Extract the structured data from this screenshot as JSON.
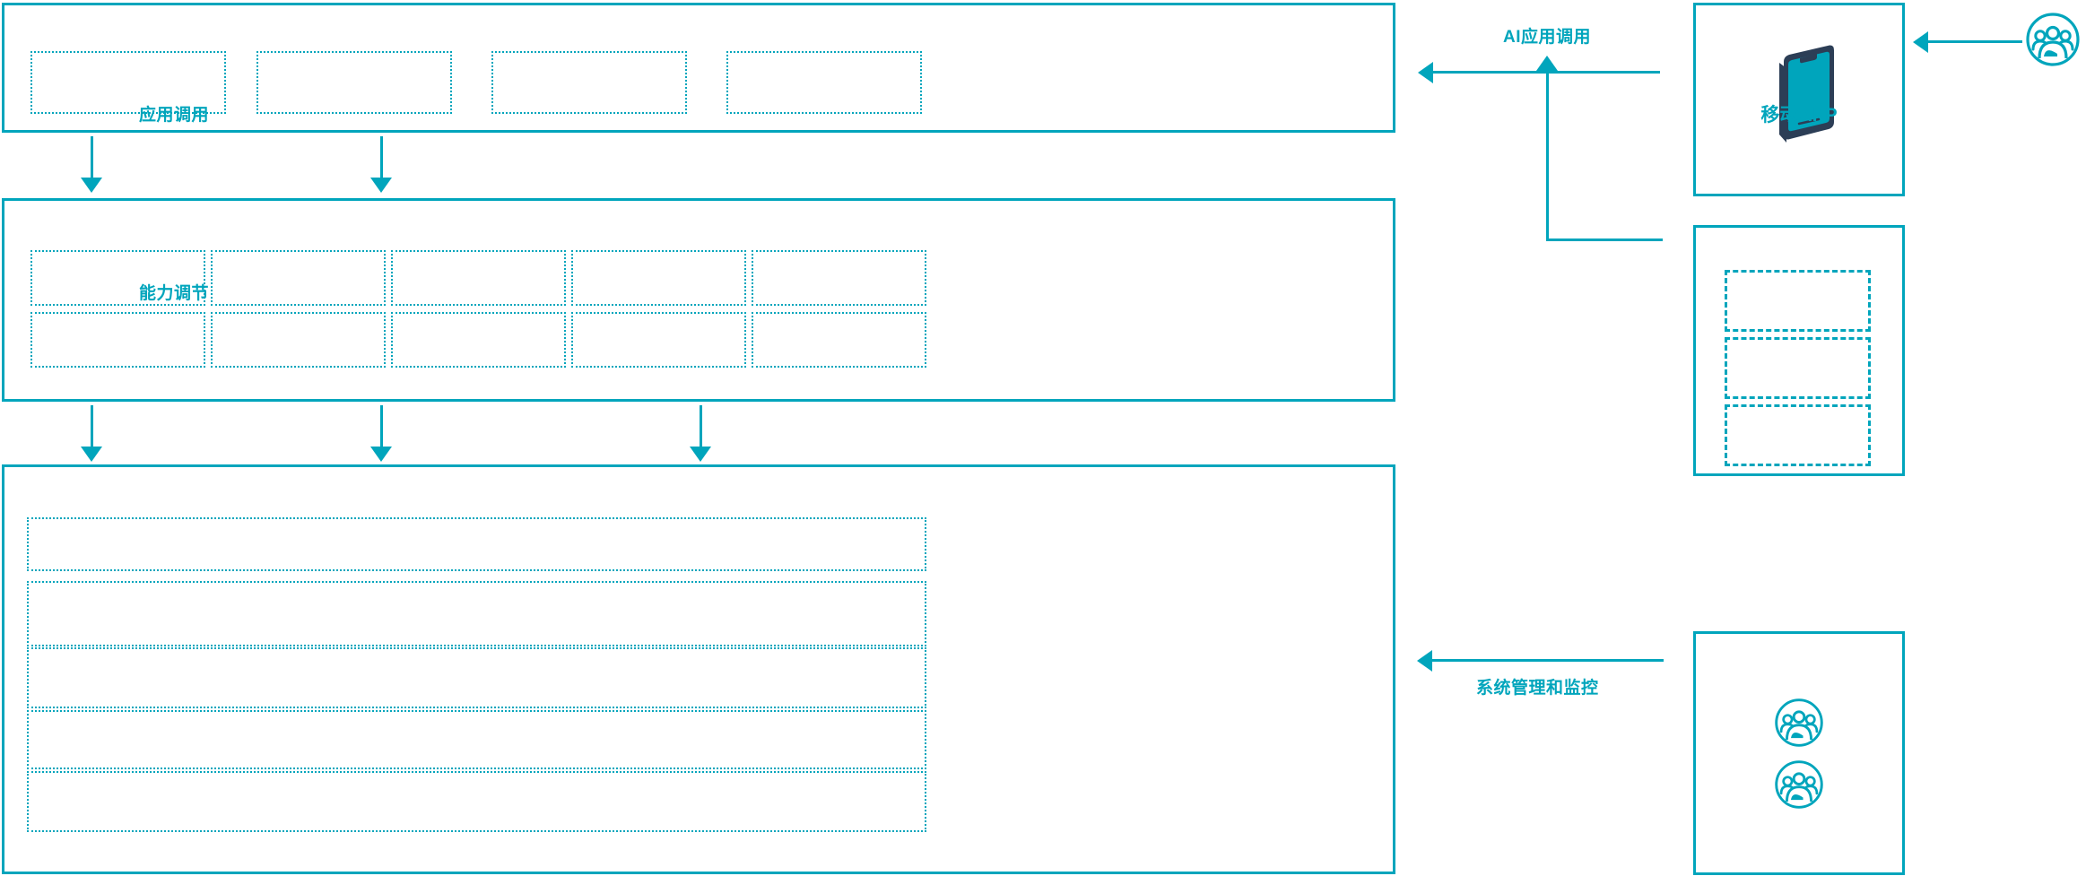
{
  "theme": {
    "accent": "#00a5bc",
    "phone_frame": "#2c3e56",
    "phone_screen": "#00a5bc",
    "background": "#ffffff"
  },
  "diagram": {
    "type": "layered-architecture",
    "layers": [
      {
        "id": "application-layer",
        "cells": [
          {
            "id": "app-cell-1",
            "label": ""
          },
          {
            "id": "app-cell-2",
            "label": ""
          },
          {
            "id": "app-cell-3",
            "label": ""
          },
          {
            "id": "app-cell-4",
            "label": ""
          }
        ]
      },
      {
        "id": "capability-layer",
        "cells_row1": [
          {
            "id": "cap-r1-c1",
            "label": ""
          },
          {
            "id": "cap-r1-c2",
            "label": ""
          },
          {
            "id": "cap-r1-c3",
            "label": ""
          },
          {
            "id": "cap-r1-c4",
            "label": ""
          },
          {
            "id": "cap-r1-c5",
            "label": ""
          }
        ],
        "cells_row2": [
          {
            "id": "cap-r2-c1",
            "label": ""
          },
          {
            "id": "cap-r2-c2",
            "label": ""
          },
          {
            "id": "cap-r2-c3",
            "label": ""
          },
          {
            "id": "cap-r2-c4",
            "label": ""
          },
          {
            "id": "cap-r2-c5",
            "label": ""
          }
        ]
      },
      {
        "id": "platform-layer",
        "bands": [
          {
            "id": "platform-band-1",
            "label": ""
          },
          {
            "id": "platform-band-2",
            "label": ""
          },
          {
            "id": "platform-band-3",
            "label": ""
          },
          {
            "id": "platform-band-4",
            "label": ""
          },
          {
            "id": "platform-band-5",
            "label": ""
          }
        ]
      }
    ],
    "connectors": [
      {
        "id": "app-invoke",
        "label": "应用调用"
      },
      {
        "id": "capability-adjust",
        "label": "能力调节"
      },
      {
        "id": "ai-app-invoke",
        "label": "AI应用调用"
      },
      {
        "id": "system-mgmt-monitor",
        "label": "系统管理和监控"
      }
    ],
    "side_panels": [
      {
        "id": "mobile-app-panel",
        "caption": "移动APP",
        "icon": "smartphone-icon"
      },
      {
        "id": "channel-panel",
        "caption": "",
        "cells": [
          {
            "id": "channel-cell-1",
            "label": ""
          },
          {
            "id": "channel-cell-2",
            "label": ""
          },
          {
            "id": "channel-cell-3",
            "label": ""
          }
        ]
      },
      {
        "id": "operations-panel",
        "caption": "",
        "icons": [
          "people-group-icon",
          "people-group-icon"
        ]
      }
    ],
    "actors": [
      {
        "id": "end-user-actor",
        "icon": "people-group-icon"
      }
    ]
  }
}
